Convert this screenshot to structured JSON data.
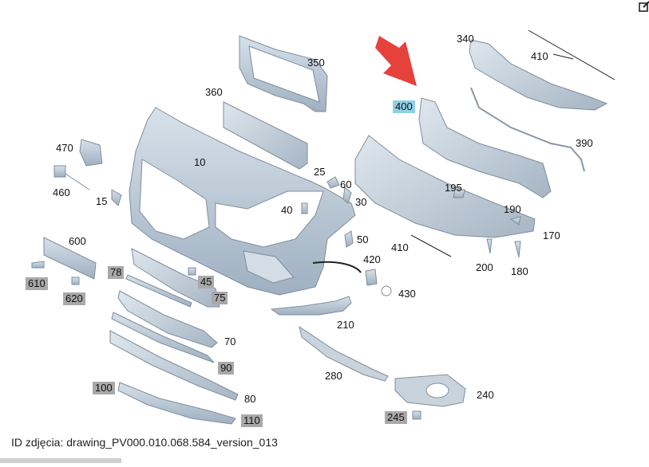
{
  "caption": "ID zdjęcia: drawing_PV000.010.068.584_version_013",
  "icons": {
    "edit": "edit-icon",
    "arrow": "red-arrow-icon"
  },
  "colors": {
    "part": "#b9c7d6",
    "part_edge": "#7f8d9c",
    "highlight": "#8fd0e6",
    "box": "#a9a9a9",
    "arrow": "#e0211a"
  },
  "labels": {
    "p10": "10",
    "p15": "15",
    "p25": "25",
    "p30": "30",
    "p40": "40",
    "p45": "45",
    "p50": "50",
    "p60": "60",
    "p70": "70",
    "p75": "75",
    "p78": "78",
    "p80": "80",
    "p90": "90",
    "p100": "100",
    "p110": "110",
    "p170": "170",
    "p180": "180",
    "p190": "190",
    "p195": "195",
    "p200": "200",
    "p210": "210",
    "p240": "240",
    "p245": "245",
    "p280": "280",
    "p340": "340",
    "p350": "350",
    "p360": "360",
    "p390": "390",
    "p400": "400",
    "p410a": "410",
    "p410b": "410",
    "p420": "420",
    "p430": "430",
    "p460": "460",
    "p470": "470",
    "p600": "600",
    "p610": "610",
    "p620": "620"
  }
}
